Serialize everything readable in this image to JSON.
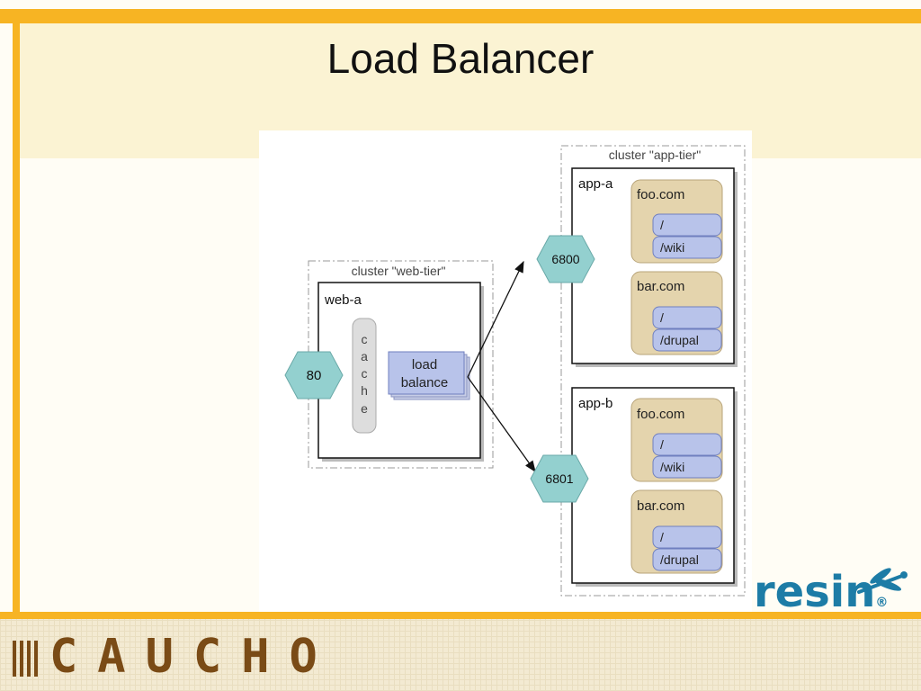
{
  "slide": {
    "title": "Load Balancer",
    "footer_logo": "CAUCHO",
    "brand_logo": "resin",
    "brand_mark": "®",
    "colors": {
      "accent": "#f7b423",
      "cream": "#fbf3d3",
      "brand_blue": "#1d7ca6",
      "logo_brown": "#7a4b16"
    }
  },
  "diagram": {
    "web_cluster": {
      "label": "cluster \"web-tier\"",
      "server": "web-a",
      "port": "80",
      "cache": "cache",
      "load_balance": [
        "load",
        "balance"
      ]
    },
    "app_cluster": {
      "label": "cluster \"app-tier\""
    },
    "servers": [
      {
        "name": "app-a",
        "port": "6800",
        "hosts": [
          {
            "name": "foo.com",
            "paths": [
              "/",
              "/wiki"
            ]
          },
          {
            "name": "bar.com",
            "paths": [
              "/",
              "/drupal"
            ]
          }
        ]
      },
      {
        "name": "app-b",
        "port": "6801",
        "hosts": [
          {
            "name": "foo.com",
            "paths": [
              "/",
              "/wiki"
            ]
          },
          {
            "name": "bar.com",
            "paths": [
              "/",
              "/drupal"
            ]
          }
        ]
      }
    ]
  }
}
